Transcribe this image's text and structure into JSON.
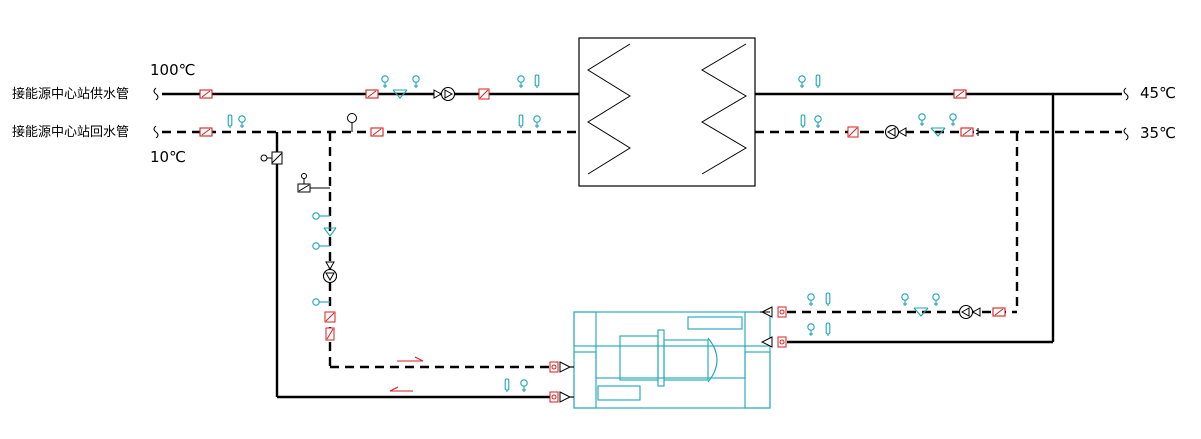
{
  "diagram": {
    "labels": {
      "supply_pipe": "接能源中心站供水管",
      "return_pipe": "接能源中心站回水管",
      "supply_temp_left": "100℃",
      "return_temp_left": "10℃",
      "supply_temp_right": "45℃",
      "return_temp_right": "35℃"
    },
    "colors": {
      "pipe": "#000000",
      "instrument": "#1aa6b8",
      "valve": "#d91e1e",
      "heat_pump": "#1aa6b8"
    },
    "icons": [
      "pressure-gauge-icon",
      "thermometer-icon",
      "pump-icon",
      "valve-icon",
      "check-valve-icon",
      "flow-arrow-icon"
    ]
  }
}
